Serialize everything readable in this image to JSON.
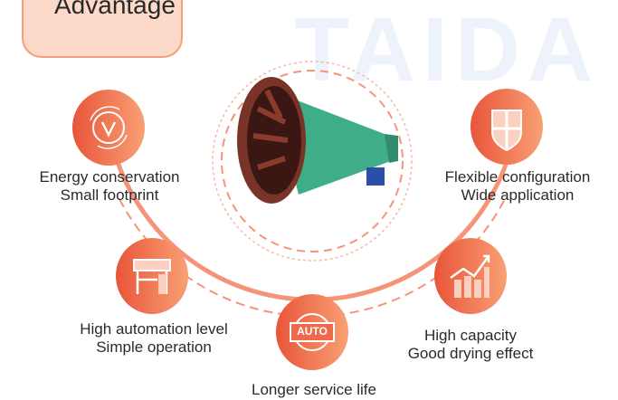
{
  "header": {
    "title": "Advantage",
    "watermark": "TAIDA"
  },
  "advantages": [
    {
      "line1": "Energy conservation",
      "line2": "Small footprint",
      "icon": "energy-cycle-icon"
    },
    {
      "line1": "Flexible configuration",
      "line2": "Wide application",
      "icon": "shield-icon"
    },
    {
      "line1": "High automation level",
      "line2": "Simple operation",
      "icon": "workstation-icon"
    },
    {
      "line1": "High capacity",
      "line2": "Good drying effect",
      "icon": "growth-chart-icon"
    },
    {
      "line1": "Longer service life",
      "icon": "auto-badge-icon",
      "badge": "AUTO"
    }
  ],
  "colors": {
    "accent": "#f0795a",
    "drum": "#3fae88",
    "drum_inner": "#7a3328"
  }
}
